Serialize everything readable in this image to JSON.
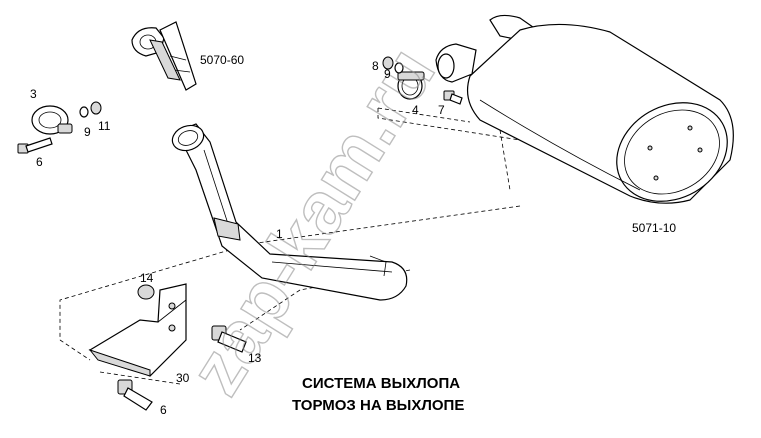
{
  "labels": {
    "l_5070_60": "5070-60",
    "l_8": "8",
    "l_9a": "9",
    "l_4": "4",
    "l_7": "7",
    "l_3": "3",
    "l_9b": "9",
    "l_11": "11",
    "l_6a": "6",
    "l_1": "1",
    "l_5071_10": "5071-10",
    "l_14": "14",
    "l_13": "13",
    "l_30": "30",
    "l_6b": "6"
  },
  "caption": {
    "line1": "СИСТЕМА ВЫХЛОПА",
    "line2": "ТОРМОЗ НА ВЫХЛОПЕ"
  },
  "watermark": "zap-kam.ru",
  "colors": {
    "line": "#000000",
    "watermark": "#8a8a8a",
    "shade": "#d9d9d9"
  }
}
